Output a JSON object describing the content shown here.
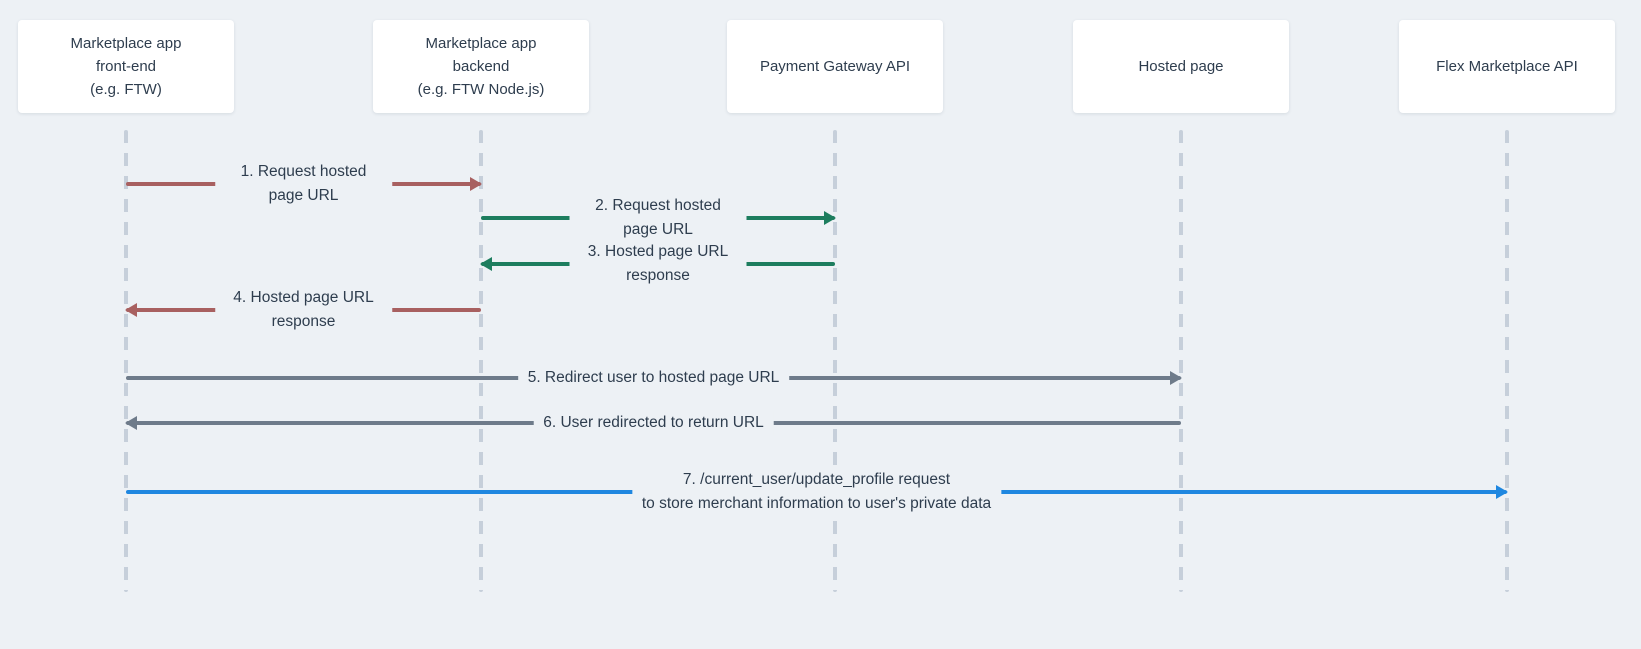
{
  "diagram_type": "sequence-diagram",
  "colors": {
    "background": "#edf1f5",
    "text": "#2e3d4e",
    "actor_background": "#ffffff",
    "lifeline": "#c6cfda",
    "red_arrow": "#a86060",
    "green_arrow": "#1d7d5e",
    "gray_arrow": "#6e7b8a",
    "blue_arrow": "#1f87e0"
  },
  "actors": [
    {
      "name": "Marketplace app\nfront-end\n(e.g. FTW)"
    },
    {
      "name": "Marketplace app\nbackend\n(e.g. FTW Node.js)"
    },
    {
      "name": "Payment Gateway API"
    },
    {
      "name": "Hosted page"
    },
    {
      "name": "Flex Marketplace API"
    }
  ],
  "messages": [
    {
      "step": 1,
      "label": "1. Request hosted page URL",
      "from": "Marketplace app front-end (e.g. FTW)",
      "to": "Marketplace app backend (e.g. FTW Node.js)",
      "direction": "right",
      "color": "#a86060"
    },
    {
      "step": 2,
      "label": "2. Request hosted page URL",
      "from": "Marketplace app backend (e.g. FTW Node.js)",
      "to": "Payment Gateway API",
      "direction": "right",
      "color": "#1d7d5e"
    },
    {
      "step": 3,
      "label": "3. Hosted page URL response",
      "from": "Payment Gateway API",
      "to": "Marketplace app backend (e.g. FTW Node.js)",
      "direction": "left",
      "color": "#1d7d5e"
    },
    {
      "step": 4,
      "label": "4. Hosted page URL response",
      "from": "Marketplace app backend (e.g. FTW Node.js)",
      "to": "Marketplace app front-end (e.g. FTW)",
      "direction": "left",
      "color": "#a86060"
    },
    {
      "step": 5,
      "label": "5. Redirect user to hosted page URL",
      "from": "Marketplace app front-end (e.g. FTW)",
      "to": "Hosted page",
      "direction": "right",
      "color": "#6e7b8a"
    },
    {
      "step": 6,
      "label": "6. User redirected to return URL",
      "from": "Hosted page",
      "to": "Marketplace app front-end (e.g. FTW)",
      "direction": "left",
      "color": "#6e7b8a"
    },
    {
      "step": 7,
      "label": "7. /current_user/update_profile request\nto store merchant information to user's private data",
      "from": "Marketplace app front-end (e.g. FTW)",
      "to": "Flex Marketplace API",
      "direction": "right",
      "color": "#1f87e0"
    }
  ]
}
